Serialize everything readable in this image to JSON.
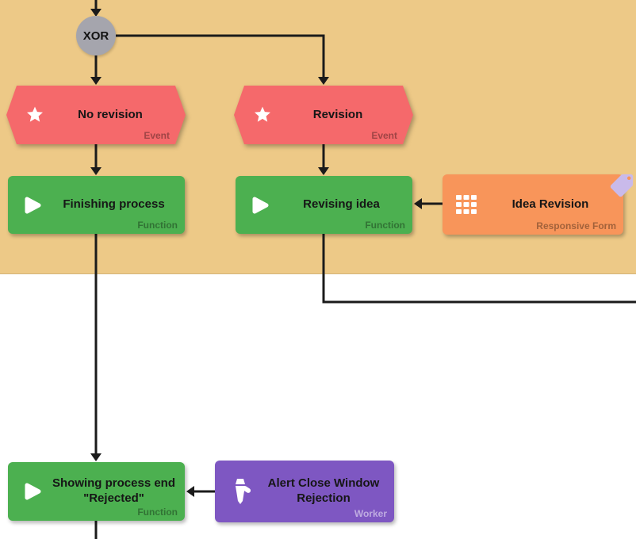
{
  "diagram": {
    "gateway": {
      "label": "XOR"
    },
    "nodes": {
      "no_revision": {
        "label": "No revision",
        "type": "Event"
      },
      "revision": {
        "label": "Revision",
        "type": "Event"
      },
      "finishing_process": {
        "label": "Finishing process",
        "type": "Function"
      },
      "revising_idea": {
        "label": "Revising idea",
        "type": "Function"
      },
      "idea_revision": {
        "label": "Idea Revision",
        "type": "Responsive Form"
      },
      "showing_process_end": {
        "label": "Showing process end \"Rejected\"",
        "type": "Function"
      },
      "alert_close_window": {
        "label": "Alert Close Window Rejection",
        "type": "Worker"
      }
    },
    "icons": {
      "event": "star-icon",
      "function": "play-icon",
      "form": "grid-icon",
      "worker": "tie-icon",
      "form_badge": "tag-icon"
    },
    "colors": {
      "band": "#edc987",
      "event": "#f5696b",
      "function": "#4cb050",
      "responsive_form": "#f8955a",
      "worker": "#7e57c2",
      "gateway": "#a5a5ad",
      "connector": "#1b1b1b",
      "tag_badge": "#c9baea"
    }
  }
}
